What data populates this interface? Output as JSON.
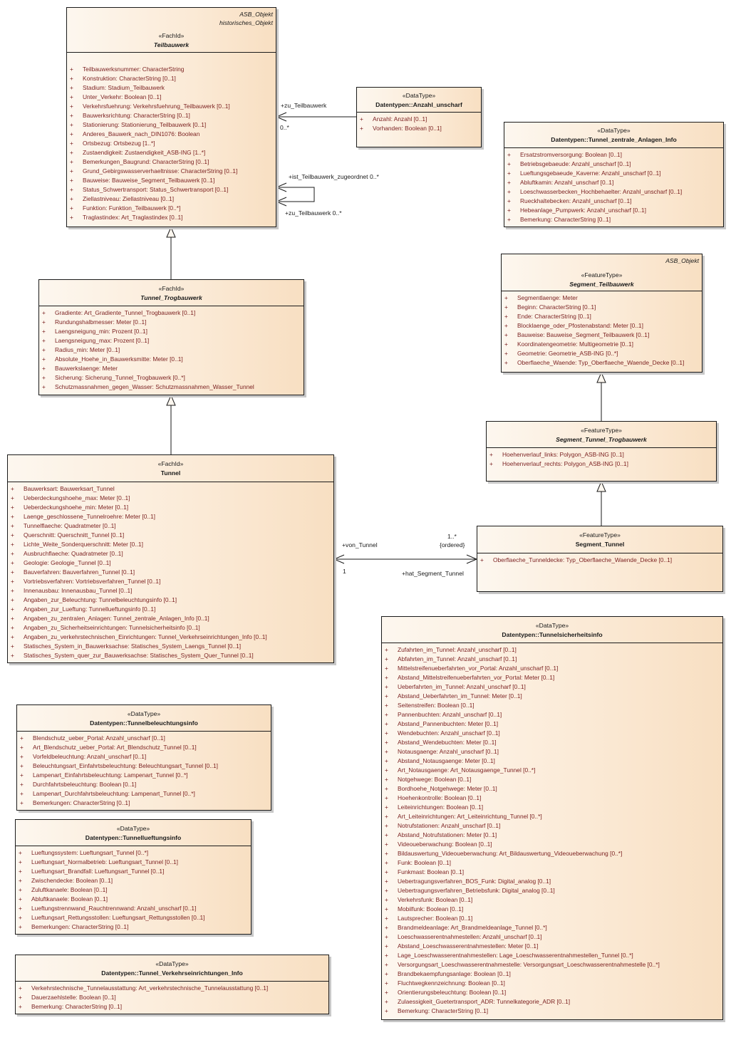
{
  "classes": {
    "teilbauwerk": {
      "parents": [
        "ASB_Objekt",
        "historisches_Objekt"
      ],
      "stereotype": "«FachId»",
      "name": "Teilbauwerk",
      "attributes": [
        {
          "vis": "+",
          "text": "Teilbauwerksnummer: CharacterString"
        },
        {
          "vis": "+",
          "text": "Konstruktion: CharacterString [0..1]"
        },
        {
          "vis": "+",
          "text": "Stadium: Stadium_Teilbauwerk"
        },
        {
          "vis": "+",
          "text": "Unter_Verkehr: Boolean [0..1]"
        },
        {
          "vis": "+",
          "text": "Verkehrsfuehrung: Verkehrsfuehrung_Teilbauwerk [0..1]"
        },
        {
          "vis": "+",
          "text": "Bauwerksrichtung: CharacterString [0..1]"
        },
        {
          "vis": "+",
          "text": "Stationierung: Stationierung_Teilbauwerk [0..1]"
        },
        {
          "vis": "+",
          "text": "Anderes_Bauwerk_nach_DIN1076: Boolean"
        },
        {
          "vis": "+",
          "text": "Ortsbezug: Ortsbezug [1..*]"
        },
        {
          "vis": "+",
          "text": "Zustaendigkeit: Zustaendigkeit_ASB-ING [1..*]"
        },
        {
          "vis": "+",
          "text": "Bemerkungen_Baugrund: CharacterString [0..1]"
        },
        {
          "vis": "+",
          "text": "Grund_Gebirgswasserverhaeltnisse: CharacterString [0..1]"
        },
        {
          "vis": "+",
          "text": "Bauweise: Bauweise_Segment_Teilbauwerk [0..1]"
        },
        {
          "vis": "+",
          "text": "Status_Schwertransport: Status_Schwertransport [0..1]"
        },
        {
          "vis": "+",
          "text": "Ziellastniveau: Ziellastniveau [0..1]"
        },
        {
          "vis": "+",
          "text": "Funktion: Funktion_Teilbauwerk [0..*]"
        },
        {
          "vis": "+",
          "text": "Traglastindex: Art_Traglastindex [0..1]"
        }
      ]
    },
    "anzahl_unscharf": {
      "stereotype": "«DataType»",
      "name": "Datentypen::Anzahl_unscharf",
      "attributes": [
        {
          "vis": "+",
          "text": "Anzahl: Anzahl [0..1]"
        },
        {
          "vis": "+",
          "text": "Vorhanden: Boolean [0..1]"
        }
      ]
    },
    "tunnel_zentrale_anlagen_info": {
      "stereotype": "«DataType»",
      "name": "Datentypen::Tunnel_zentrale_Anlagen_Info",
      "attributes": [
        {
          "vis": "+",
          "text": "Ersatzstromversorgung: Boolean [0..1]"
        },
        {
          "vis": "+",
          "text": "Betriebsgebaeude: Anzahl_unscharf [0..1]"
        },
        {
          "vis": "+",
          "text": "Lueftungsgebaeude_Kaverne: Anzahl_unscharf [0..1]"
        },
        {
          "vis": "+",
          "text": "Abluftkamin: Anzahl_unscharf [0..1]"
        },
        {
          "vis": "+",
          "text": "Loeschwasserbecken_Hochbehaelter: Anzahl_unscharf [0..1]"
        },
        {
          "vis": "+",
          "text": "Rueckhaltebecken: Anzahl_unscharf [0..1]"
        },
        {
          "vis": "+",
          "text": "Hebeanlage_Pumpwerk: Anzahl_unscharf [0..1]"
        },
        {
          "vis": "+",
          "text": "Bemerkung: CharacterString [0..1]"
        }
      ]
    },
    "segment_teilbauwerk": {
      "parents": [
        "ASB_Objekt"
      ],
      "stereotype": "«FeatureType»",
      "name": "Segment_Teilbauwerk",
      "attributes": [
        {
          "vis": "+",
          "text": "Segmentlaenge: Meter"
        },
        {
          "vis": "+",
          "text": "Beginn: CharacterString [0..1]"
        },
        {
          "vis": "+",
          "text": "Ende: CharacterString [0..1]"
        },
        {
          "vis": "+",
          "text": "Blocklaenge_oder_Pfostenabstand: Meter [0..1]"
        },
        {
          "vis": "+",
          "text": "Bauweise: Bauweise_Segment_Teilbauwerk [0..1]"
        },
        {
          "vis": "+",
          "text": "Koordinatengeometrie: Multigeometrie [0..1]"
        },
        {
          "vis": "+",
          "text": "Geometrie: Geometrie_ASB-ING [0..*]"
        },
        {
          "vis": "+",
          "text": "Oberflaeche_Waende: Typ_Oberflaeche_Waende_Decke [0..1]"
        }
      ]
    },
    "tunnel_trogbauwerk": {
      "stereotype": "«FachId»",
      "name": "Tunnel_Trogbauwerk",
      "attributes": [
        {
          "vis": "+",
          "text": "Gradiente: Art_Gradiente_Tunnel_Trogbauwerk [0..1]"
        },
        {
          "vis": "+",
          "text": "Rundungshalbmesser: Meter [0..1]"
        },
        {
          "vis": "+",
          "text": "Laengsneigung_min: Prozent [0..1]"
        },
        {
          "vis": "+",
          "text": "Laengsneigung_max: Prozent [0..1]"
        },
        {
          "vis": "+",
          "text": "Radius_min: Meter [0..1]"
        },
        {
          "vis": "+",
          "text": "Absolute_Hoehe_in_Bauwerksmitte: Meter [0..1]"
        },
        {
          "vis": "+",
          "text": "Bauwerkslaenge: Meter"
        },
        {
          "vis": "+",
          "text": "Sicherung: Sicherung_Tunnel_Trogbauwerk [0..*]"
        },
        {
          "vis": "+",
          "text": "Schutzmassnahmen_gegen_Wasser: Schutzmassnahmen_Wasser_Tunnel"
        }
      ]
    },
    "segment_tunnel_trogbauwerk": {
      "stereotype": "«FeatureType»",
      "name": "Segment_Tunnel_Trogbauwerk",
      "attributes": [
        {
          "vis": "+",
          "text": "Hoehenverlauf_links: Polygon_ASB-ING [0..1]"
        },
        {
          "vis": "+",
          "text": "Hoehenverlauf_rechts: Polygon_ASB-ING [0..1]"
        }
      ]
    },
    "tunnel": {
      "stereotype": "«FachId»",
      "name": "Tunnel",
      "attributes": [
        {
          "vis": "+",
          "text": "Bauwerksart: Bauwerksart_Tunnel"
        },
        {
          "vis": "+",
          "text": "Ueberdeckungshoehe_max: Meter [0..1]"
        },
        {
          "vis": "+",
          "text": "Ueberdeckungshoehe_min: Meter [0..1]"
        },
        {
          "vis": "+",
          "text": "Laenge_geschlossene_Tunnelroehre: Meter [0..1]"
        },
        {
          "vis": "+",
          "text": "Tunnelflaeche: Quadratmeter [0..1]"
        },
        {
          "vis": "+",
          "text": "Querschnitt: Querschnitt_Tunnel [0..1]"
        },
        {
          "vis": "+",
          "text": "Lichte_Weite_Sonderquerschnitt: Meter [0..1]"
        },
        {
          "vis": "+",
          "text": "Ausbruchflaeche: Quadratmeter [0..1]"
        },
        {
          "vis": "+",
          "text": "Geologie: Geologie_Tunnel [0..1]"
        },
        {
          "vis": "+",
          "text": "Bauverfahren: Bauverfahren_Tunnel [0..1]"
        },
        {
          "vis": "+",
          "text": "Vortriebsverfahren: Vortriebsverfahren_Tunnel [0..1]"
        },
        {
          "vis": "+",
          "text": "Innenausbau: Innenausbau_Tunnel [0..1]"
        },
        {
          "vis": "+",
          "text": "Angaben_zur_Beleuchtung: Tunnelbeleuchtungsinfo [0..1]"
        },
        {
          "vis": "+",
          "text": "Angaben_zur_Lueftung: Tunnellueftungsinfo [0..1]"
        },
        {
          "vis": "+",
          "text": "Angaben_zu_zentralen_Anlagen: Tunnel_zentrale_Anlagen_Info [0..1]"
        },
        {
          "vis": "+",
          "text": "Angaben_zu_Sicherheitseinrichtungen: Tunnelsicherheitsinfo [0..1]"
        },
        {
          "vis": "+",
          "text": "Angaben_zu_verkehrstechnischen_Einrichtungen: Tunnel_Verkehrseinrichtungen_Info [0..1]"
        },
        {
          "vis": "+",
          "text": "Statisches_System_in_Bauwerksachse: Statisches_System_Laengs_Tunnel [0..1]"
        },
        {
          "vis": "+",
          "text": "Statisches_System_quer_zur_Bauwerksachse: Statisches_System_Quer_Tunnel [0..1]"
        }
      ]
    },
    "segment_tunnel": {
      "stereotype": "«FeatureType»",
      "name": "Segment_Tunnel",
      "attributes": [
        {
          "vis": "+",
          "text": "Oberflaeche_Tunneldecke: Typ_Oberflaeche_Waende_Decke [0..1]"
        }
      ]
    },
    "tunnelsicherheitsinfo": {
      "stereotype": "«DataType»",
      "name": "Datentypen::Tunnelsicherheitsinfo",
      "attributes": [
        {
          "vis": "+",
          "text": "Zufahrten_im_Tunnel: Anzahl_unscharf [0..1]"
        },
        {
          "vis": "+",
          "text": "Abfahrten_im_Tunnel: Anzahl_unscharf [0..1]"
        },
        {
          "vis": "+",
          "text": "Mittelstreifenueberfahrten_vor_Portal: Anzahl_unscharf [0..1]"
        },
        {
          "vis": "+",
          "text": "Abstand_Mittelstreifenueberfahrten_vor_Portal: Meter [0..1]"
        },
        {
          "vis": "+",
          "text": "Ueberfahrten_im_Tunnel: Anzahl_unscharf [0..1]"
        },
        {
          "vis": "+",
          "text": "Abstand_Ueberfahrten_im_Tunnel: Meter [0..1]"
        },
        {
          "vis": "+",
          "text": "Seitenstreifen: Boolean [0..1]"
        },
        {
          "vis": "+",
          "text": "Pannenbuchten: Anzahl_unscharf [0..1]"
        },
        {
          "vis": "+",
          "text": "Abstand_Pannenbuchten: Meter [0..1]"
        },
        {
          "vis": "+",
          "text": "Wendebuchten: Anzahl_unscharf [0..1]"
        },
        {
          "vis": "+",
          "text": "Abstand_Wendebuchten: Meter [0..1]"
        },
        {
          "vis": "+",
          "text": "Notausgaenge: Anzahl_unscharf [0..1]"
        },
        {
          "vis": "+",
          "text": "Abstand_Notausgaenge: Meter [0..1]"
        },
        {
          "vis": "+",
          "text": "Art_Notausgaenge: Art_Notausgaenge_Tunnel [0..*]"
        },
        {
          "vis": "+",
          "text": "Notgehwege: Boolean [0..1]"
        },
        {
          "vis": "+",
          "text": "Bordhoehe_Notgehwege: Meter [0..1]"
        },
        {
          "vis": "+",
          "text": "Hoehenkontrolle: Boolean [0..1]"
        },
        {
          "vis": "+",
          "text": "Leiteinrichtungen: Boolean [0..1]"
        },
        {
          "vis": "+",
          "text": "Art_Leiteinrichtungen: Art_Leiteinrichtung_Tunnel [0..*]"
        },
        {
          "vis": "+",
          "text": "Notrufstationen: Anzahl_unscharf [0..1]"
        },
        {
          "vis": "+",
          "text": "Abstand_Notrufstationen: Meter [0..1]"
        },
        {
          "vis": "+",
          "text": "Videoueberwachung: Boolean [0..1]"
        },
        {
          "vis": "+",
          "text": "Bildauswertung_Videoueberwachung: Art_Bildauswertung_Videoueberwachung [0..*]"
        },
        {
          "vis": "+",
          "text": "Funk: Boolean [0..1]"
        },
        {
          "vis": "+",
          "text": "Funkmast: Boolean [0..1]"
        },
        {
          "vis": "+",
          "text": "Uebertragungsverfahren_BOS_Funk: Digital_analog [0..1]"
        },
        {
          "vis": "+",
          "text": "Uebertragungsverfahren_Betriebsfunk: Digital_analog [0..1]"
        },
        {
          "vis": "+",
          "text": "Verkehrsfunk: Boolean [0..1]"
        },
        {
          "vis": "+",
          "text": "Mobilfunk: Boolean [0..1]"
        },
        {
          "vis": "+",
          "text": "Lautsprecher: Boolean [0..1]"
        },
        {
          "vis": "+",
          "text": "Brandmeldeanlage: Art_Brandmeldeanlage_Tunnel [0..*]"
        },
        {
          "vis": "+",
          "text": "Loeschwasserentnahmestellen: Anzahl_unscharf [0..1]"
        },
        {
          "vis": "+",
          "text": "Abstand_Loeschwasserentnahmestellen: Meter [0..1]"
        },
        {
          "vis": "+",
          "text": "Lage_Loeschwasserentnahmestellen: Lage_Loeschwasserentnahmestellen_Tunnel [0..*]"
        },
        {
          "vis": "+",
          "text": "Versorgungsart_Loeschwasserentnahmestelle: Versorgungsart_Loeschwasserentnahmestelle [0..*]"
        },
        {
          "vis": "+",
          "text": "Brandbekaempfungsanlage: Boolean [0..1]"
        },
        {
          "vis": "+",
          "text": "Fluchtwegkennzeichnung: Boolean [0..1]"
        },
        {
          "vis": "+",
          "text": "Orientierungsbeleuchtung: Boolean [0..1]"
        },
        {
          "vis": "+",
          "text": "Zulaessigkeit_Guetertransport_ADR: Tunnelkategorie_ADR [0..1]"
        },
        {
          "vis": "+",
          "text": "Bemerkung: CharacterString [0..1]"
        }
      ]
    },
    "tunnelbeleuchtungsinfo": {
      "stereotype": "«DataType»",
      "name": "Datentypen::Tunnelbeleuchtungsinfo",
      "attributes": [
        {
          "vis": "+",
          "text": "Blendschutz_ueber_Portal: Anzahl_unscharf [0..1]"
        },
        {
          "vis": "+",
          "text": "Art_Blendschutz_ueber_Portal: Art_Blendschutz_Tunnel [0..1]"
        },
        {
          "vis": "+",
          "text": "Vorfeldbeleuchtung: Anzahl_unscharf [0..1]"
        },
        {
          "vis": "+",
          "text": "Beleuchtungsart_Einfahrtsbeleuchtung: Beleuchtungsart_Tunnel [0..1]"
        },
        {
          "vis": "+",
          "text": "Lampenart_Einfahrtsbeleuchtung: Lampenart_Tunnel [0..*]"
        },
        {
          "vis": "+",
          "text": "Durchfahrtsbeleuchtung: Boolean [0..1]"
        },
        {
          "vis": "+",
          "text": "Lampenart_Durchfahrtsbeleuchtung: Lampenart_Tunnel [0..*]"
        },
        {
          "vis": "+",
          "text": "Bemerkungen: CharacterString [0..1]"
        }
      ]
    },
    "tunnellueftungsinfo": {
      "stereotype": "«DataType»",
      "name": "Datentypen::Tunnellueftungsinfo",
      "attributes": [
        {
          "vis": "+",
          "text": "Lueftungssystem: Lueftungsart_Tunnel [0..*]"
        },
        {
          "vis": "+",
          "text": "Lueftungsart_Normalbetrieb: Lueftungsart_Tunnel [0..1]"
        },
        {
          "vis": "+",
          "text": "Lueftungsart_Brandfall: Lueftungsart_Tunnel [0..1]"
        },
        {
          "vis": "+",
          "text": "Zwischendecke: Boolean [0..1]"
        },
        {
          "vis": "+",
          "text": "Zuluftkanaele: Boolean [0..1]"
        },
        {
          "vis": "+",
          "text": "Abluftkanaele: Boolean [0..1]"
        },
        {
          "vis": "+",
          "text": "Lueftungstrennwand_Rauchtrennwand: Anzahl_unscharf [0..1]"
        },
        {
          "vis": "+",
          "text": "Lueftungsart_Rettungsstollen: Lueftungsart_Rettungsstollen [0..1]"
        },
        {
          "vis": "+",
          "text": "Bemerkungen: CharacterString [0..1]"
        }
      ]
    },
    "tunnel_verkehrseinrichtungen_info": {
      "stereotype": "«DataType»",
      "name": "Datentypen::Tunnel_Verkehrseinrichtungen_Info",
      "attributes": [
        {
          "vis": "+",
          "text": "Verkehrstechnische_Tunnelausstattung: Art_verkehrstechnische_Tunnelausstattung [0..1]"
        },
        {
          "vis": "+",
          "text": "Dauerzaehlstelle: Boolean [0..1]"
        },
        {
          "vis": "+",
          "text": "Bemerkung: CharacterString [0..1]"
        }
      ]
    }
  },
  "associations": {
    "zu_teilbauwerk_from_anzahl": {
      "role": "+zu_Teilbauwerk",
      "multiplicity": "0..*"
    },
    "self_assoc": {
      "role_a": "+ist_Teilbauwerk_zugeordnet 0..*",
      "role_b": "+zu_Teilbauwerk 0..*"
    },
    "tunnel_segment": {
      "role_tunnel": "+von_Tunnel",
      "mult_tunnel": "1",
      "role_segment": "+hat_Segment_Tunnel",
      "mult_segment": "1..*",
      "constraint_segment": "{ordered}"
    }
  }
}
